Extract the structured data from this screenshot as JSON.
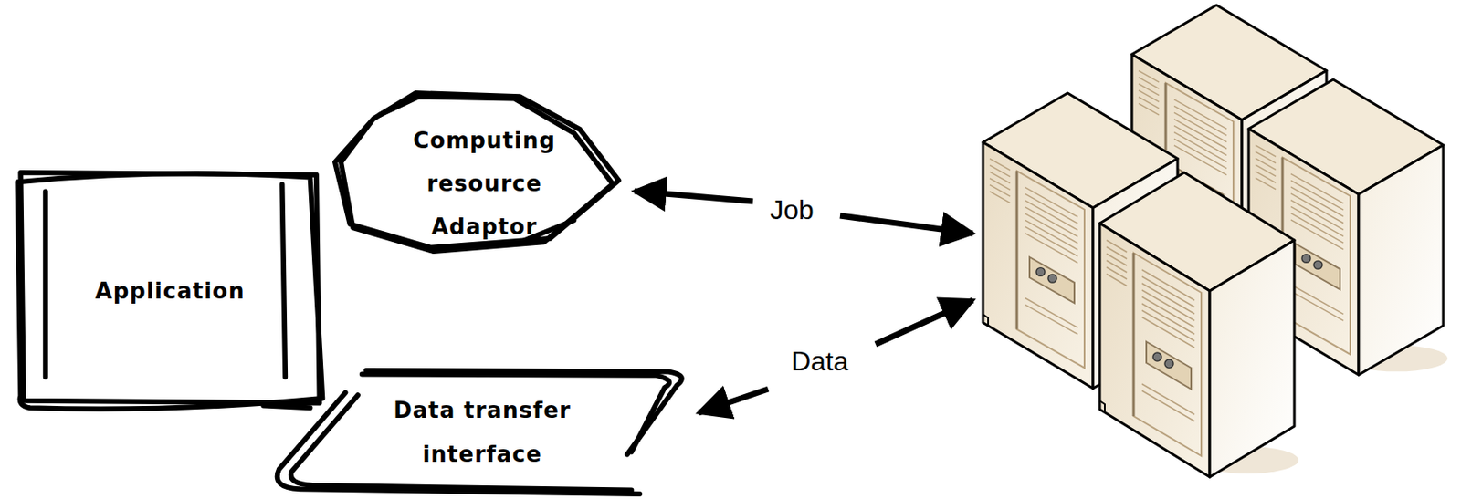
{
  "diagram": {
    "nodes": [
      {
        "text": [
          "Application"
        ]
      },
      {
        "text": [
          "Computing resource Adaptor"
        ]
      },
      {
        "text": [
          "Data transfer interface"
        ]
      }
    ],
    "labels": [
      "Job",
      "Data"
    ]
  }
}
